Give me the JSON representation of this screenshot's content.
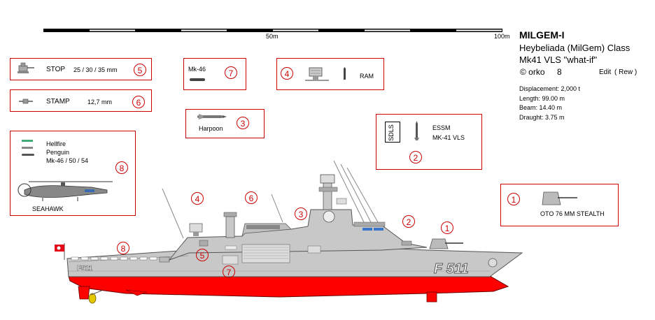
{
  "header": {
    "title": "MILGEM-I",
    "class_line": "Heybeliada (MilGem) Class",
    "subtitle": "Mk41 VLS \"what-if\"",
    "credit": "© orko",
    "credit_num": "8",
    "edit_label": "Edit",
    "rev_label": "( Rew )"
  },
  "scale": {
    "mid_label": "50m",
    "end_label": "100m"
  },
  "specs": [
    "Displacement: 2,000 t",
    "Length: 99.00 m",
    "Beam: 14.40 m",
    "Draught: 3.75 m"
  ],
  "legend": {
    "stop": {
      "label": "STOP",
      "calibers": "25 / 30 / 35 mm",
      "num": "5"
    },
    "stamp": {
      "label": "STAMP",
      "caliber": "12,7 mm",
      "num": "6"
    },
    "mk46": {
      "label": "Mk-46",
      "num": "7"
    },
    "ram": {
      "label": "RAM",
      "num": "4"
    },
    "harpoon": {
      "label": "Harpoon",
      "num": "3"
    },
    "essm": {
      "sdls": "SDLS",
      "line1": "ESSM",
      "line2": "MK-41 VLS",
      "num": "2"
    },
    "helo": {
      "line1": "Hellfire",
      "line2": "Penguin",
      "line3": "Mk-46 / 50 / 54",
      "name": "SEAHAWK",
      "num": "8"
    },
    "gun": {
      "label": "OTO 76 MM STEALTH",
      "num": "1"
    }
  },
  "ship": {
    "pennant": "F 511",
    "pennant_small": "F511",
    "markers": {
      "m1": "1",
      "m2": "2",
      "m3": "3",
      "m4": "4",
      "m5": "5",
      "m6": "6",
      "m7": "7",
      "m8": "8"
    }
  },
  "colors": {
    "accent": "#cc0000",
    "hull_gray": "#c8c8c8",
    "hull_red": "#ff0000",
    "outline": "#555555"
  }
}
